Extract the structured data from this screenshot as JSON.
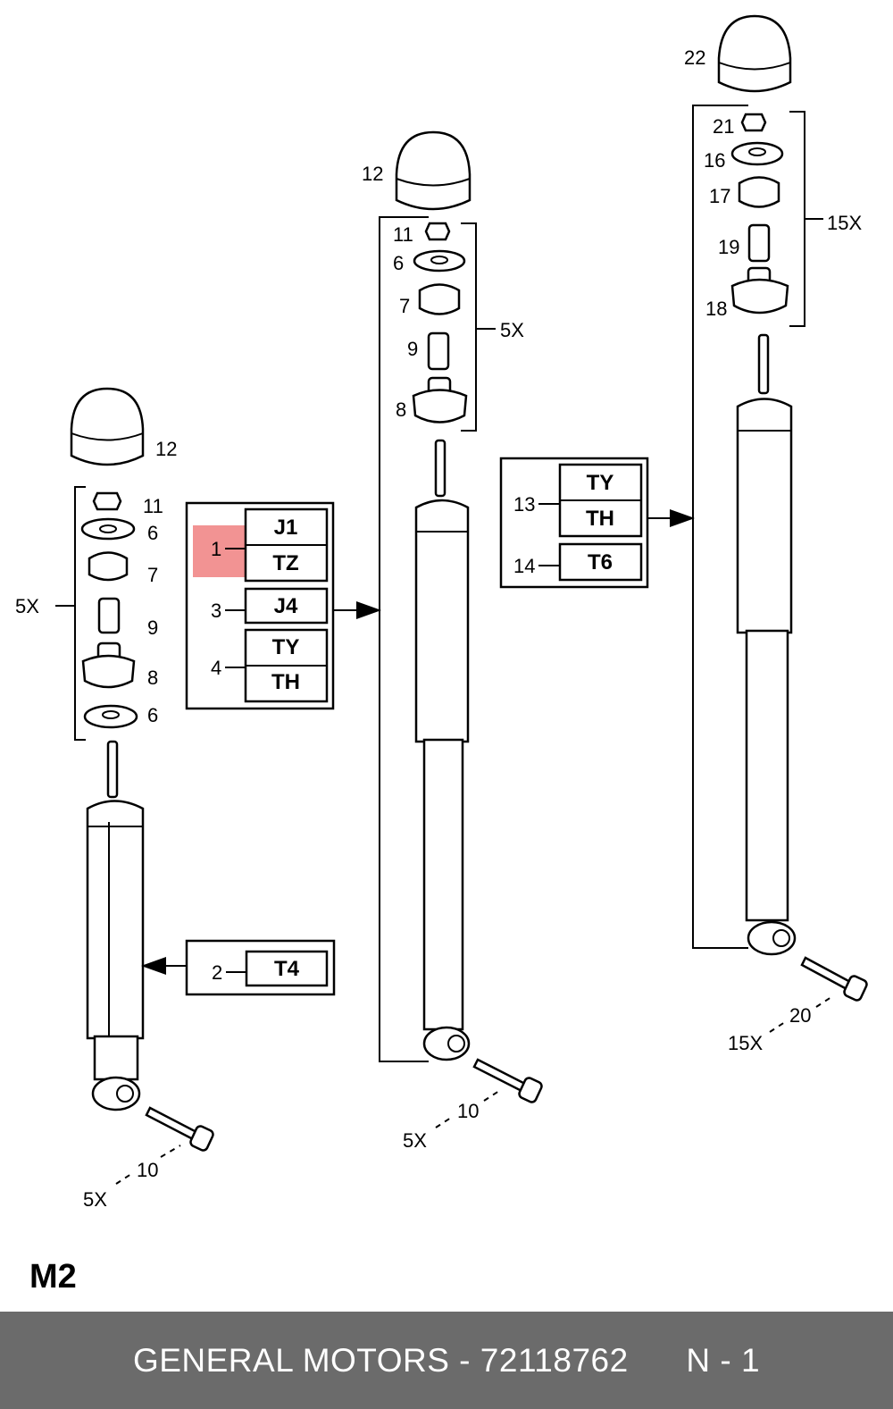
{
  "sheet_label": "M2",
  "footer": {
    "brand": "GENERAL MOTORS",
    "separator": " - ",
    "part_number": "72118762",
    "page": "N - 1"
  },
  "highlight_color": "#f08080",
  "left_assembly": {
    "callouts": [
      "12",
      "11",
      "6",
      "7",
      "9",
      "8",
      "6",
      "10"
    ],
    "qty_bracket": "5X",
    "qty_bolt": "5X"
  },
  "center_assembly": {
    "callouts": [
      "12",
      "11",
      "6",
      "7",
      "9",
      "8",
      "10"
    ],
    "qty_bracket": "5X",
    "qty_bolt": "5X"
  },
  "right_assembly": {
    "callouts": [
      "22",
      "21",
      "16",
      "17",
      "19",
      "18",
      "20"
    ],
    "qty_bracket": "15X",
    "qty_bolt": "15X"
  },
  "code_table_a": {
    "rows": [
      {
        "num": "1",
        "codes": [
          "J1",
          "TZ"
        ]
      },
      {
        "num": "3",
        "codes": [
          "J4"
        ]
      },
      {
        "num": "4",
        "codes": [
          "TY",
          "TH"
        ]
      }
    ]
  },
  "code_table_b": {
    "rows": [
      {
        "num": "2",
        "codes": [
          "T4"
        ]
      }
    ]
  },
  "code_table_c": {
    "rows": [
      {
        "num": "13",
        "codes": [
          "TY",
          "TH"
        ]
      },
      {
        "num": "14",
        "codes": [
          "T6"
        ]
      }
    ]
  }
}
